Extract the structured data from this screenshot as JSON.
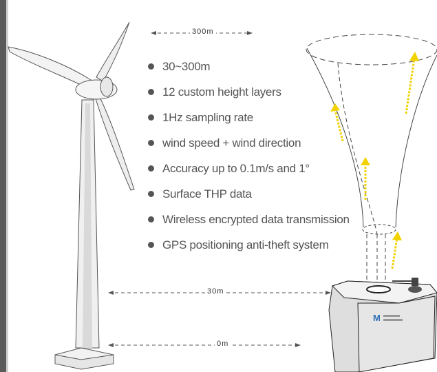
{
  "dimensions": {
    "top": "300m",
    "middle": "30m",
    "bottom": "0m"
  },
  "features": [
    "30~300m",
    "12 custom height layers",
    "1Hz sampling rate",
    "wind speed + wind direction",
    "Accuracy up to 0.1m/s and 1°",
    "Surface THP data",
    "Wireless encrypted data transmission",
    "GPS positioning anti-theft system"
  ],
  "colors": {
    "arrow": "#f2d200",
    "line": "#444444"
  }
}
